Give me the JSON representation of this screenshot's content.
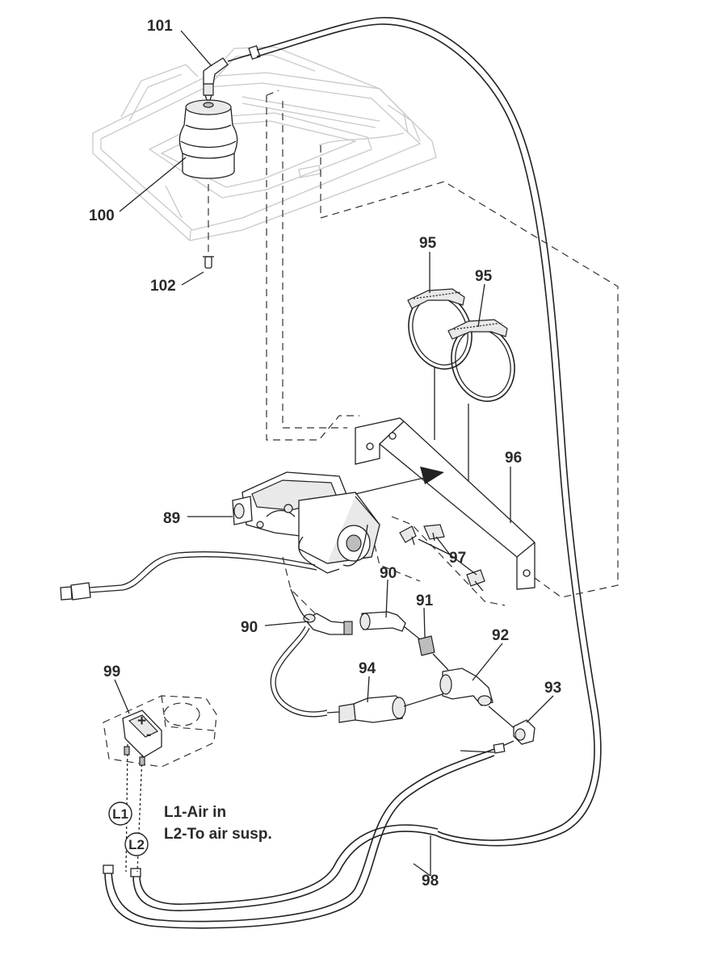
{
  "callouts": {
    "c101": "101",
    "c100": "100",
    "c102": "102",
    "c95a": "95",
    "c95b": "95",
    "c96": "96",
    "c89": "89",
    "c97": "97",
    "c90a": "90",
    "c90b": "90",
    "c91": "91",
    "c92": "92",
    "c94": "94",
    "c93": "93",
    "c99": "99",
    "c98": "98"
  },
  "lines": {
    "l1": "L1",
    "l2": "L2"
  },
  "legend": {
    "line1": "L1-Air in",
    "line2": "L2-To air susp."
  }
}
